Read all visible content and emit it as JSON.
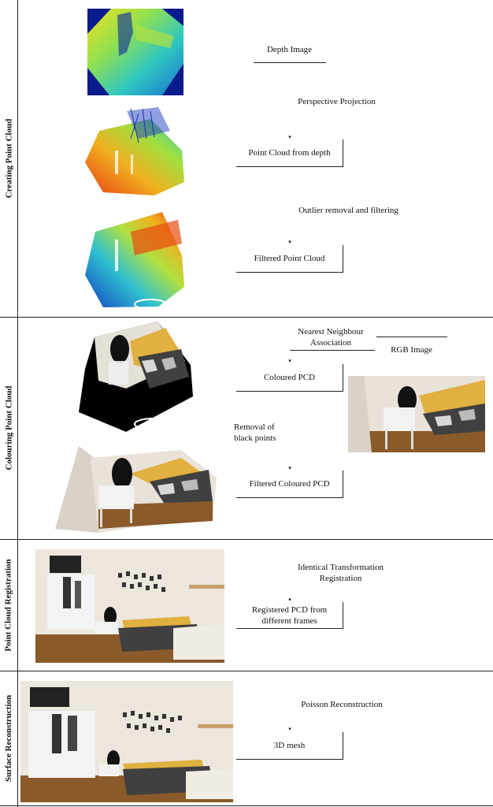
{
  "sections": [
    {
      "label": "Creating Point Cloud"
    },
    {
      "label": "Colouring Point Cloud"
    },
    {
      "label": "Point Cloud Registration"
    },
    {
      "label": "Surface Reconstruction"
    }
  ],
  "creating": {
    "depth_image": "Depth Image",
    "perspective_projection": "Perspective Projection",
    "pc_from_depth": "Point Cloud from depth",
    "outlier_removal": "Outlier removal and filtering",
    "filtered_pc": "Filtered Point Cloud"
  },
  "colouring": {
    "nn_line1": "Nearest Neighbour",
    "nn_line2": "Association",
    "rgb_image": "RGB Image",
    "coloured_pcd": "Coloured PCD",
    "removal_line1": "Removal of",
    "removal_line2": "black points",
    "filtered_coloured_pcd": "Filtered Coloured PCD"
  },
  "registration": {
    "step_line1": "Identical Transformation",
    "step_line2": "Registration",
    "result_line1": "Registered PCD from",
    "result_line2": "different frames"
  },
  "reconstruction": {
    "step": "Poisson Reconstruction",
    "result": "3D mesh"
  },
  "arrow_glyph": "▾",
  "colors": {
    "depth_bg": "#0b1a8c",
    "jet_red": "#e83a10",
    "jet_yellow": "#f0d020",
    "jet_cyan": "#30c0d0",
    "jet_blue": "#1040c0",
    "wall": "#e8e2d8",
    "floor": "#8a5a2a",
    "blanket_yellow": "#e0b040"
  },
  "icons": [
    "down-arrow-icon"
  ]
}
